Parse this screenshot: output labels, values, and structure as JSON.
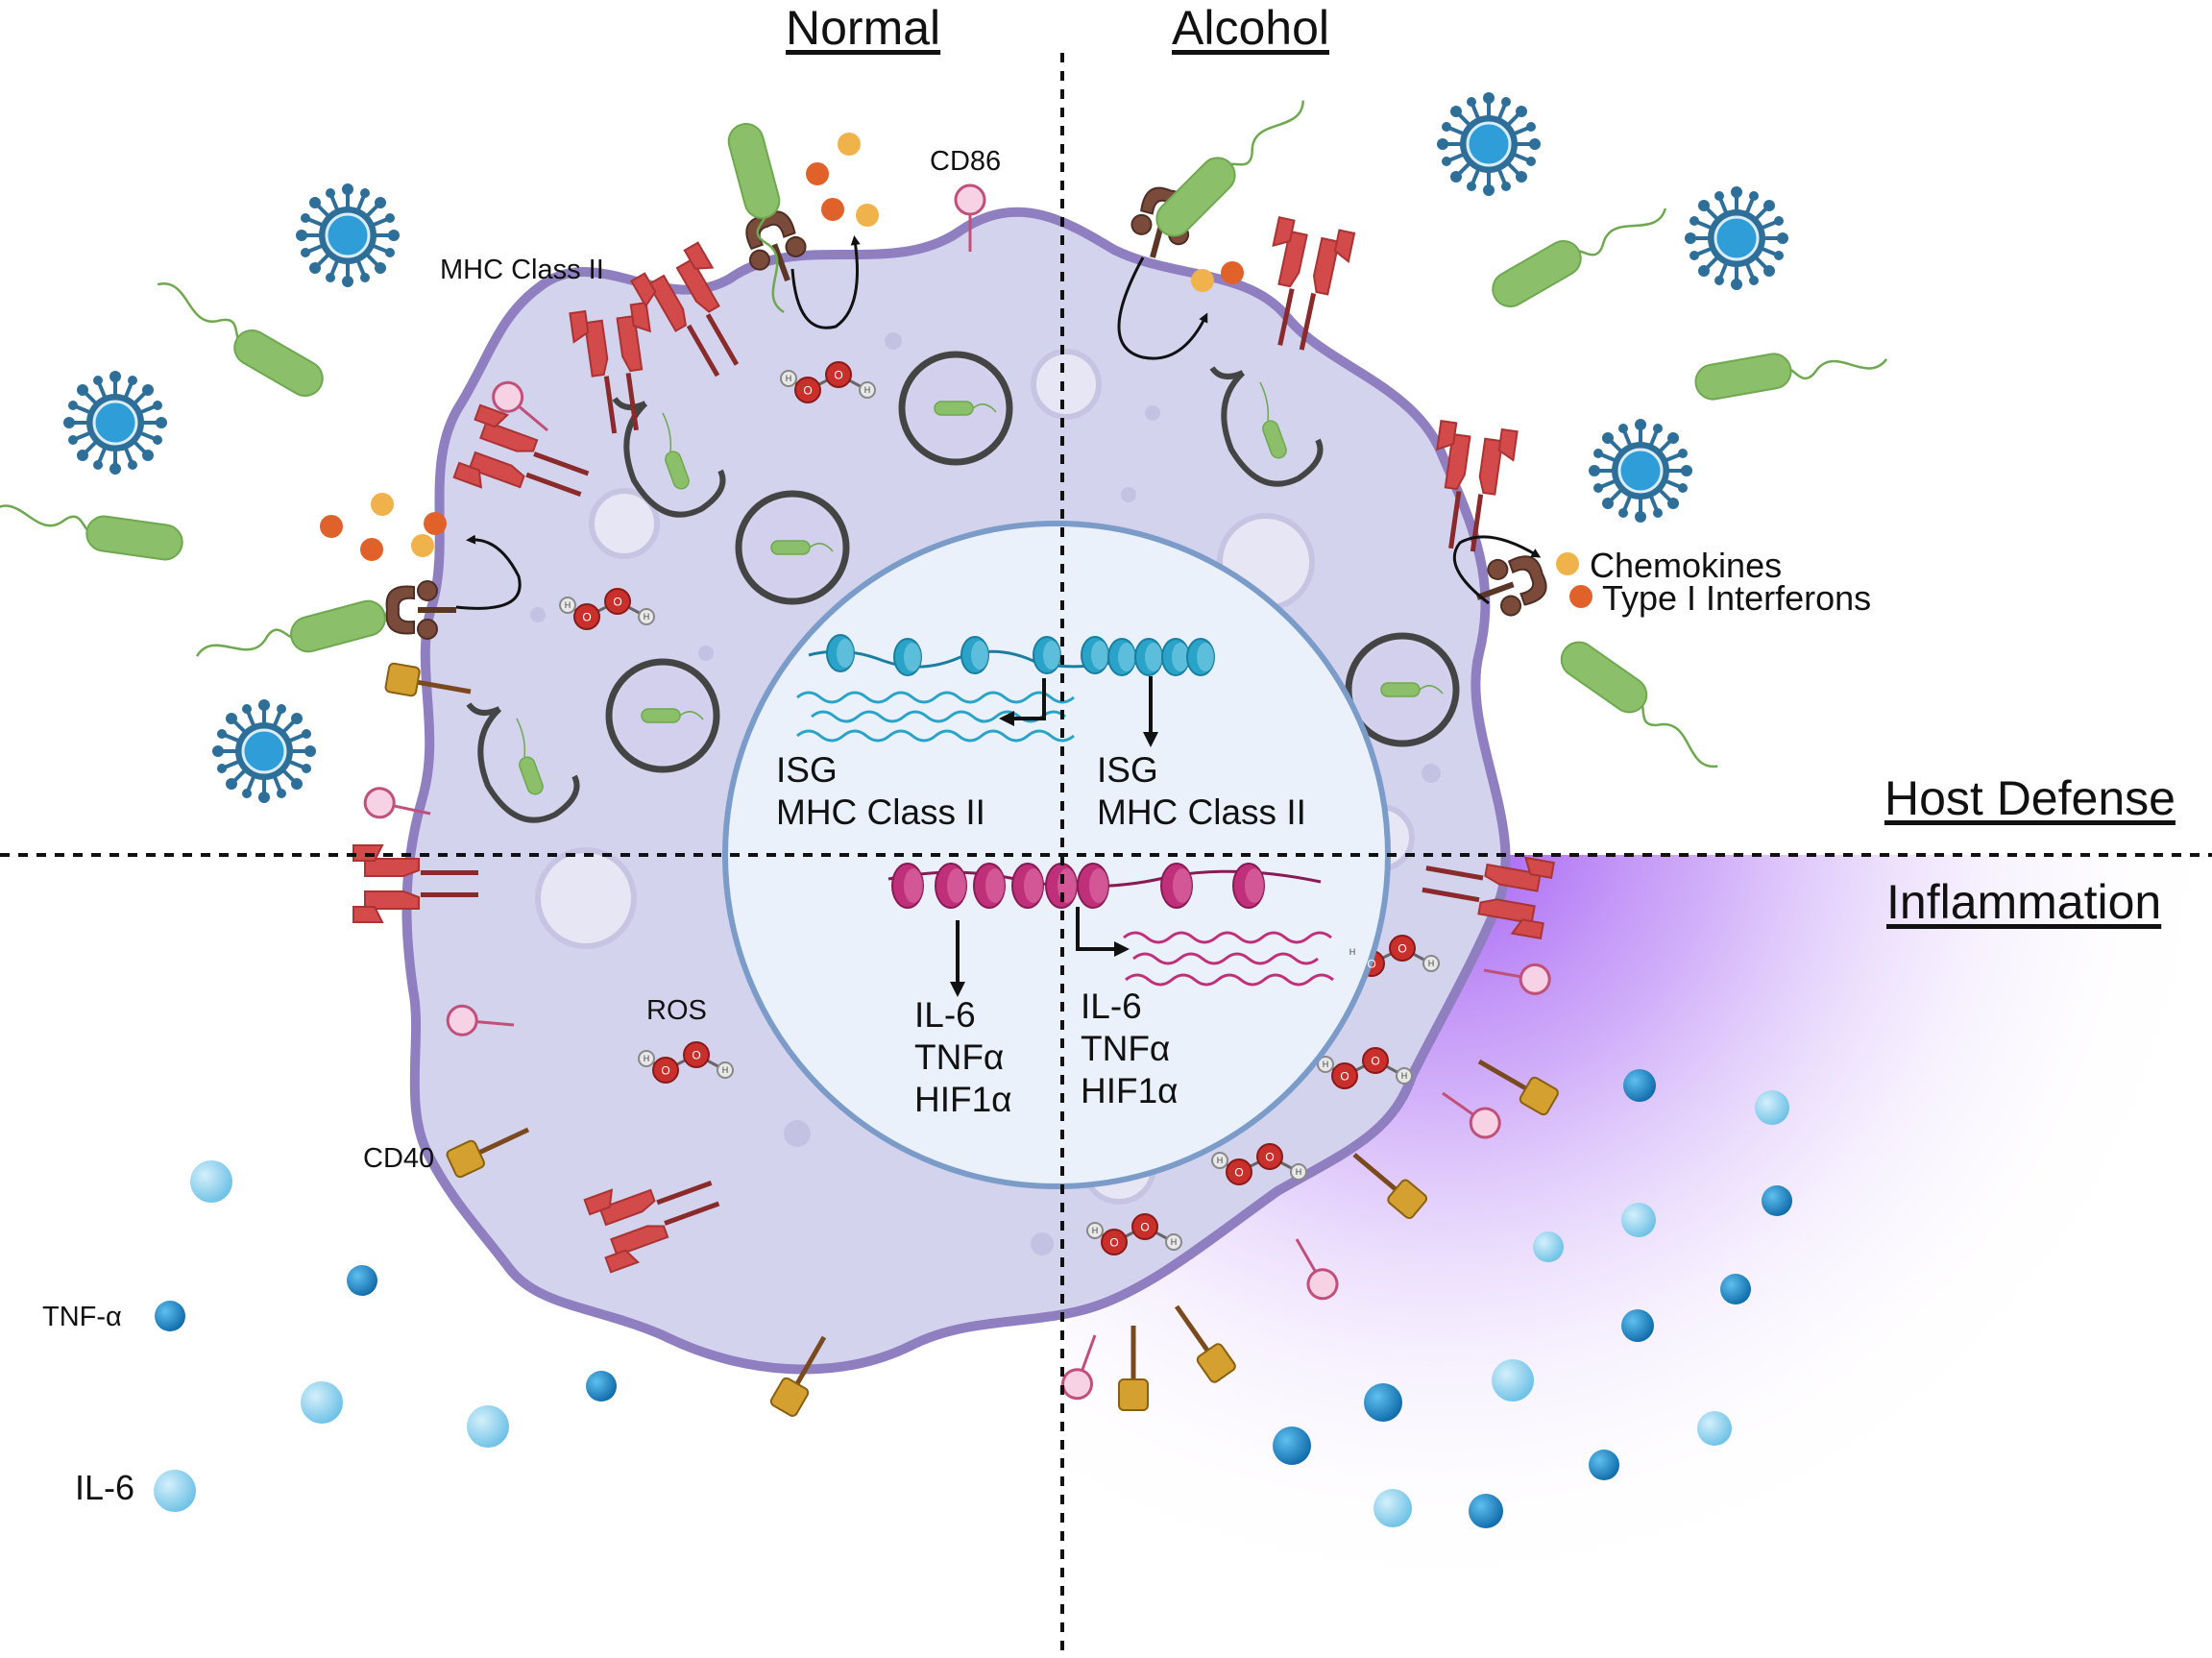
{
  "headers": {
    "normal": "Normal",
    "alcohol": "Alcohol",
    "host_defense": "Host Defense",
    "inflammation": "Inflammation"
  },
  "labels": {
    "mhc_class_ii": "MHC Class II",
    "cd86": "CD86",
    "cd40": "CD40",
    "ros": "ROS",
    "tnf_alpha": "TNF-α",
    "il6": "IL-6"
  },
  "legend": {
    "chemokines": "Chemokines",
    "type_i_interferons": "Type I Interferons"
  },
  "nucleus": {
    "normal_defense": [
      "ISG",
      "MHC Class II"
    ],
    "alcohol_defense": [
      "ISG",
      "MHC Class II"
    ],
    "normal_inflammation": [
      "IL-6",
      "TNFα",
      "HIF1α"
    ],
    "alcohol_inflammation": [
      "IL-6",
      "TNFα",
      "HIF1α"
    ]
  },
  "atom_labels": {
    "oxygen": "O",
    "hydrogen": "H"
  },
  "colors": {
    "cell_fill": "#d4d3ee",
    "cell_border": "#8f7fc0",
    "nucleus_fill": "#eaf1fa",
    "nucleus_border": "#7b9cc9",
    "bacteria": "#8cbf6a",
    "virus": "#2e6f9a",
    "virus_core": "#2f9ed8",
    "mhc": "#d24a4a",
    "cd40": "#d4a030",
    "receptor_brown": "#7a4a3a",
    "cd86": "#f5c4dc",
    "chemokine": "#f0b24a",
    "interferon": "#e0622a",
    "tnf": "#1e88c8",
    "il6": "#8fd0ee",
    "inflammation_glow": "#a85cf0",
    "dna_teal": "#2aa3c8",
    "dna_magenta": "#c0307a",
    "ros_oxygen": "#c9302c"
  }
}
